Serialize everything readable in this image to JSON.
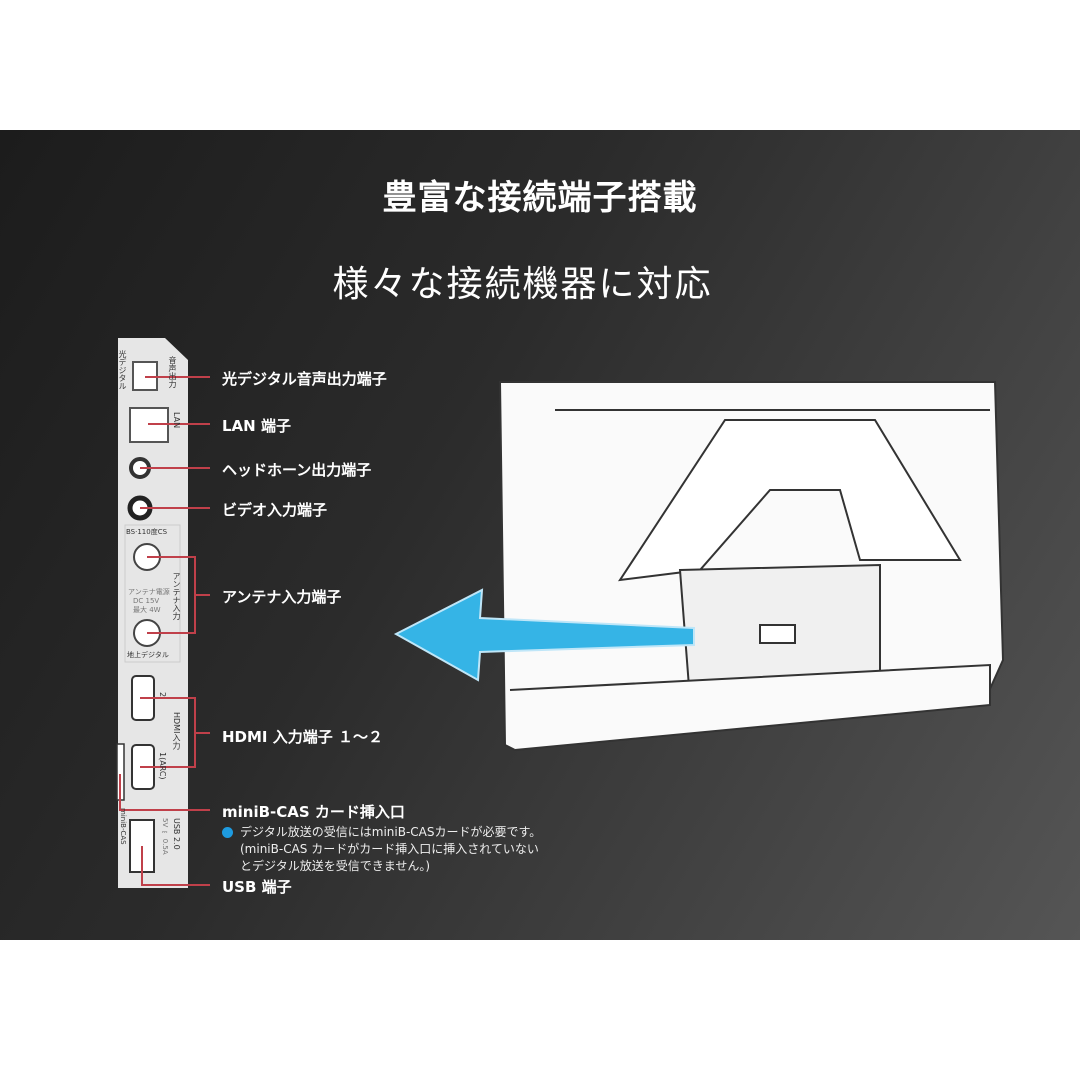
{
  "heading": {
    "title": "豊富な接続端子搭載",
    "subtitle": "様々な接続機器に対応"
  },
  "ports": [
    {
      "label": "光デジタル音声出力端子"
    },
    {
      "label": "LAN 端子"
    },
    {
      "label": "ヘッドホーン出力端子"
    },
    {
      "label": "ビデオ入力端子"
    },
    {
      "label": "アンテナ入力端子"
    },
    {
      "label": "HDMI 入力端子 １～２"
    },
    {
      "label": "miniB-CAS カード挿入口"
    },
    {
      "label": "USB 端子"
    }
  ],
  "note": {
    "lines": [
      "デジタル放送の受信にはminiB-CASカードが必要です。",
      "(miniB-CAS カードがカード挿入口に挿入されていない",
      "とデジタル放送を受信できません。)"
    ]
  },
  "panel_markings": {
    "optical": "光デジタル",
    "audio_out": "音声出力",
    "lan": "LAN",
    "bs": "BS·110度CS",
    "antenna": "アンテナ入力",
    "antenna_power": "アンテナ電源",
    "dc": "DC 15V",
    "max": "最大 4W",
    "terrestrial": "地上デジタル",
    "hdmi": "HDMI入力",
    "hdmi2": "2",
    "hdmi1": "1(ARC)",
    "bcas": "miniB-CAS",
    "usb": "USB 2.0",
    "usb_power": "5V ⎓ 0.5A"
  },
  "colors": {
    "accent_line": "#c0404a",
    "arrow": "#35b4e6",
    "background": "#2a2a2a"
  }
}
